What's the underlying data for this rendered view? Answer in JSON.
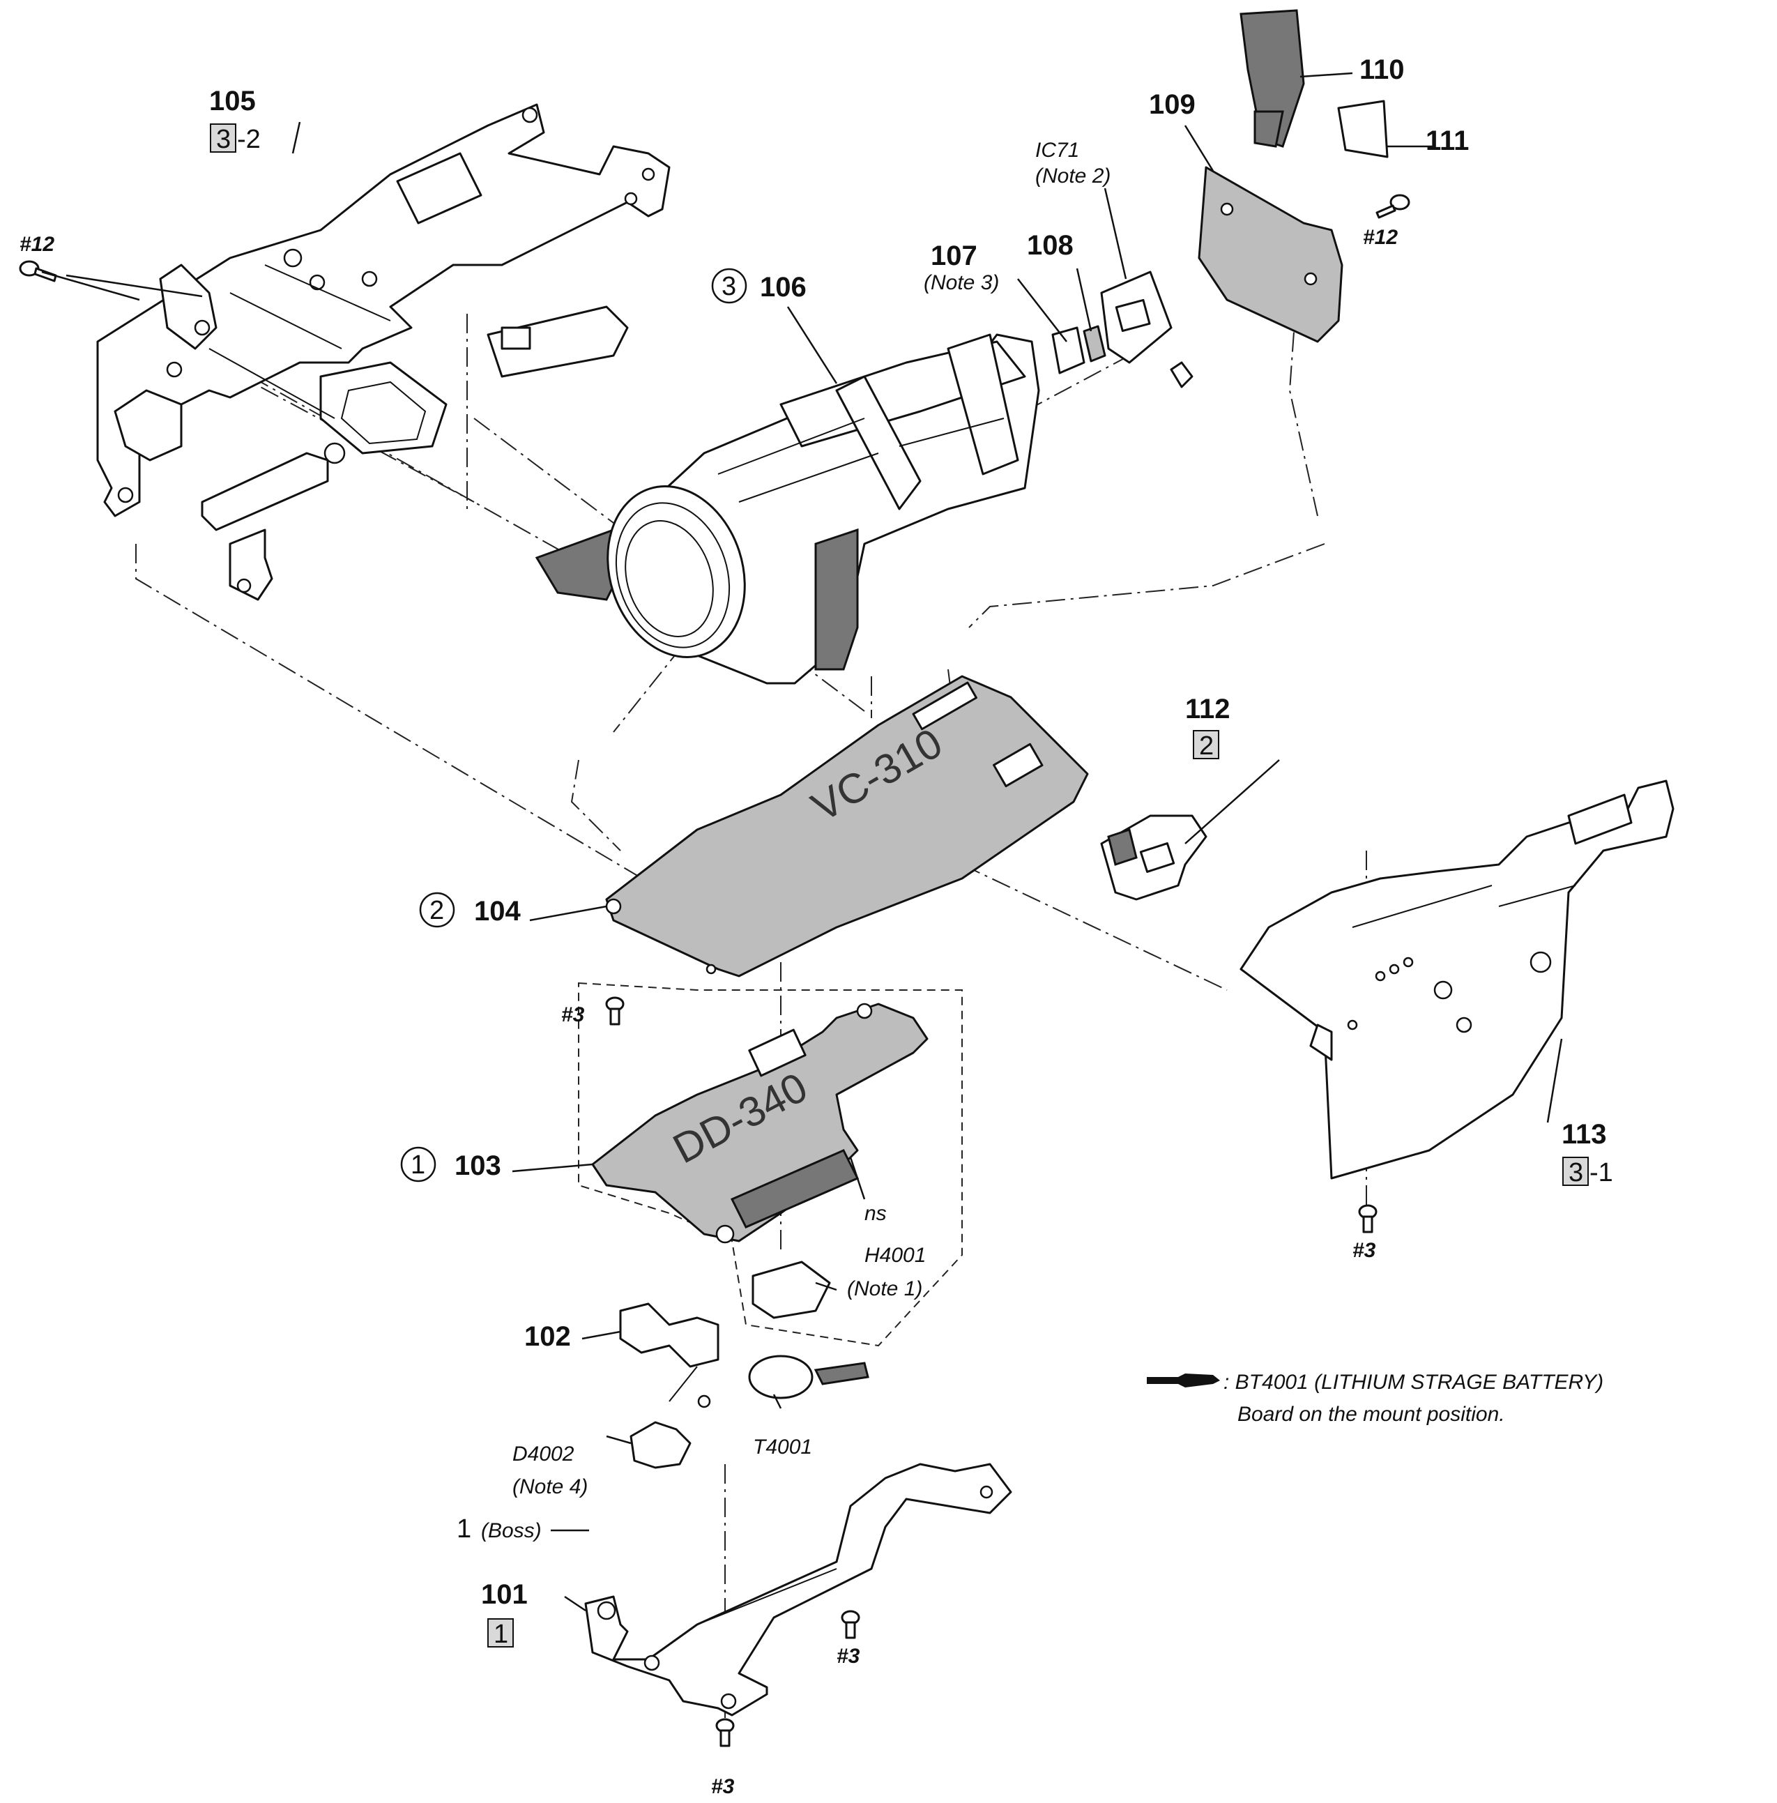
{
  "parts": {
    "p101": {
      "number": "101",
      "ref_box": "1",
      "ref_suffix": ""
    },
    "p102": {
      "number": "102"
    },
    "p103": {
      "number": "103",
      "circle": "1"
    },
    "p104": {
      "number": "104",
      "circle": "2"
    },
    "p105": {
      "number": "105",
      "ref_box": "3",
      "ref_suffix": "-2"
    },
    "p106": {
      "number": "106",
      "circle": "3"
    },
    "p107": {
      "number": "107",
      "note": "(Note 3)"
    },
    "p108": {
      "number": "108"
    },
    "p109": {
      "number": "109"
    },
    "p110": {
      "number": "110"
    },
    "p111": {
      "number": "111"
    },
    "p112": {
      "number": "112",
      "ref_box": "2"
    },
    "p113": {
      "number": "113",
      "ref_box": "3",
      "ref_suffix": "-1"
    }
  },
  "components": {
    "ic71": {
      "name": "IC71",
      "note": "(Note 2)"
    },
    "h4001": {
      "name": "H4001",
      "note": "(Note 1)"
    },
    "d4002": {
      "name": "D4002",
      "note": "(Note 4)"
    },
    "t4001": {
      "name": "T4001"
    },
    "ns": {
      "name": "ns"
    },
    "boss": {
      "number": "1",
      "label": "(Boss)"
    }
  },
  "screws": {
    "s12_left": "#12",
    "s12_right": "#12",
    "s3_board": "#3",
    "s3_bracket": "#3",
    "s3_bottom_center": "#3",
    "s3_bottom": "#3"
  },
  "silkscreen": {
    "board_vc": "VC-310",
    "board_dd": "DD-340"
  },
  "legend": {
    "line1": ": BT4001 (LITHIUM STRAGE BATTERY)",
    "line2": "Board on the mount position."
  }
}
